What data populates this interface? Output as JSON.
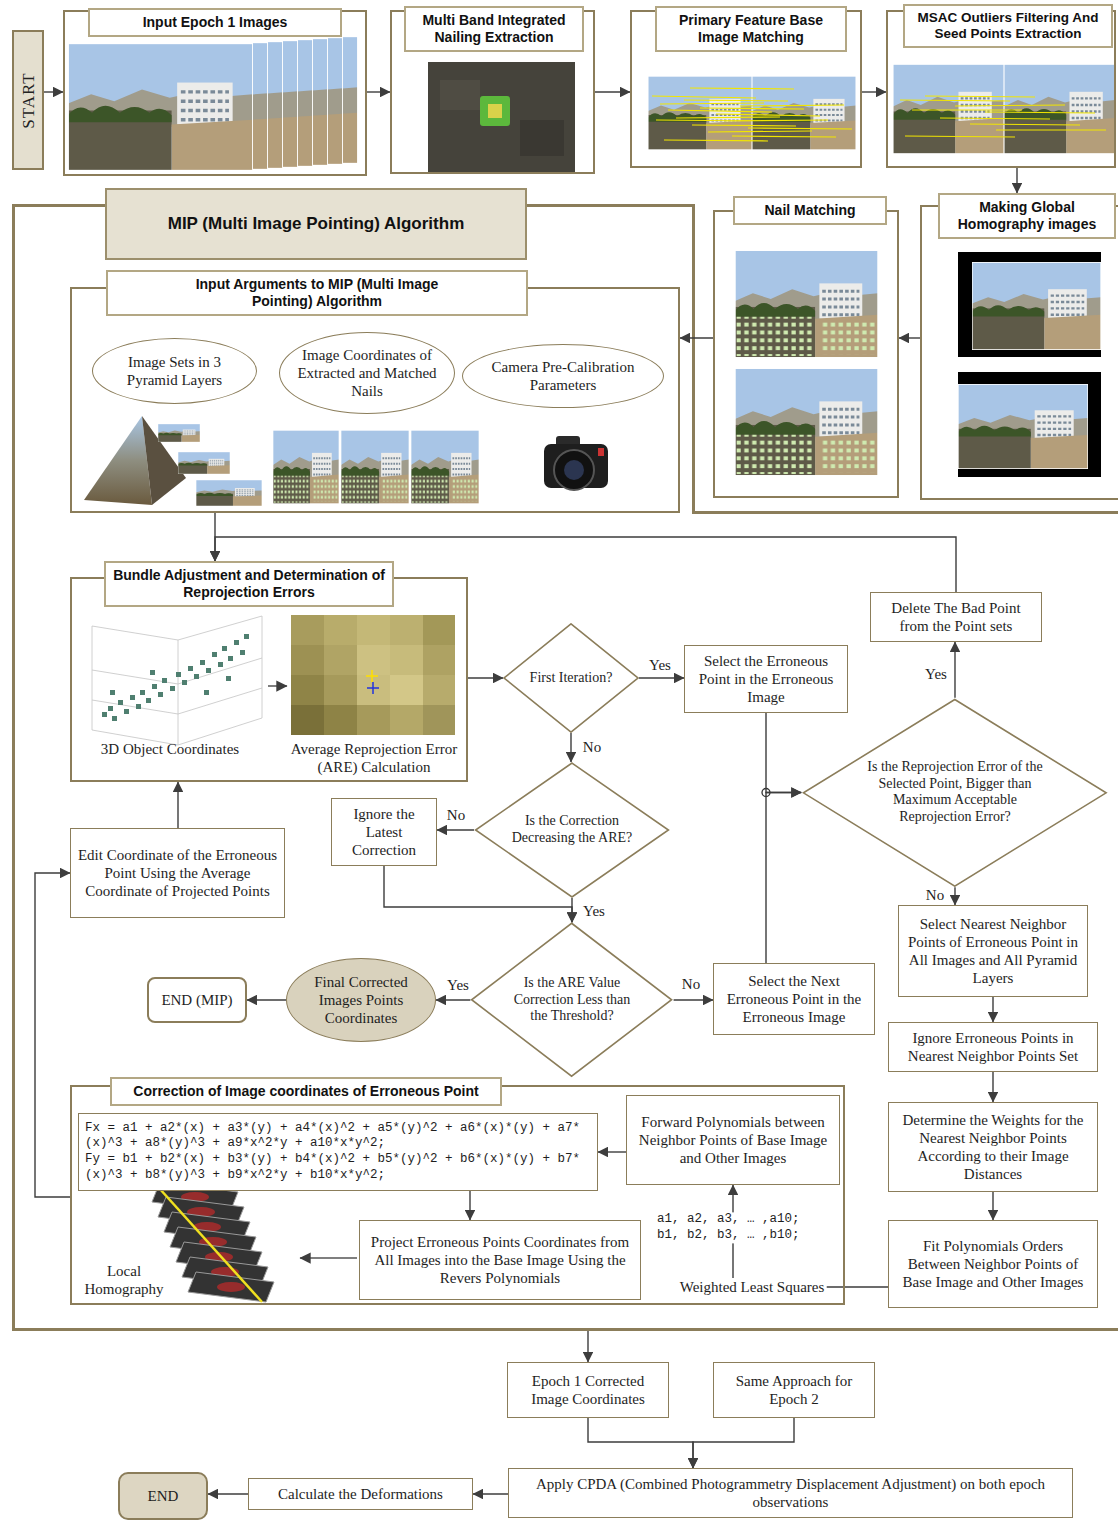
{
  "diagram": {
    "nodes": [
      {
        "text": [
          "START"
        ]
      },
      {
        "text": [
          "Input Epoch 1 Images"
        ]
      },
      {
        "text": [
          "Multi Band Integrated Nailing Extraction"
        ]
      },
      {
        "text": [
          "Primary Feature Base Image Matching"
        ]
      },
      {
        "text": [
          "MSAC Outliers Filtering And Seed Points Extraction"
        ]
      },
      {
        "text": [
          "MIP (Multi Image Pointing) Algorithm"
        ]
      },
      {
        "text": [
          "Making Global Homography images"
        ]
      },
      {
        "text": [
          "Nail Matching"
        ]
      },
      {
        "text": [
          "Input Arguments to MIP (Multi Image Pointing) Algorithm"
        ],
        "in": 5
      },
      {
        "text": [
          "Image Sets in 3 Pyramid Layers"
        ],
        "in": 8
      },
      {
        "text": [
          "Image Coordinates of Extracted and Matched Nails"
        ],
        "in": 8
      },
      {
        "text": [
          "Camera Pre-Calibration Parameters"
        ],
        "in": 8
      },
      {
        "text": [
          "Bundle Adjustment and Determination of Reprojection Errors",
          "3D Object Coordinates",
          "Average Reprojection Error (ARE) Calculation"
        ],
        "in": 5
      },
      {
        "text": [
          "First Iteration?"
        ],
        "in": 5
      },
      {
        "text": [
          "Select the Erroneous Point in the Erroneous Image"
        ],
        "in": 5
      },
      {
        "text": [
          "Delete The Bad Point from the Point sets"
        ],
        "in": 5
      },
      {
        "text": [
          "Is the Reprojection Error of the Selected Point, Bigger than Maximum Acceptable Reprojection Error?"
        ],
        "in": 5
      },
      {
        "text": [
          "Ignore the Latest Correction"
        ],
        "in": 5
      },
      {
        "text": [
          "Is the Correction Decreasing the ARE?"
        ],
        "in": 5
      },
      {
        "text": [
          "Edit Coordinate of the Erroneous Point Using the Average Coordinate of Projected Points"
        ],
        "in": 5
      },
      {
        "text": [
          "Select Nearest Neighbor Points of Erroneous Point in All Images and All Pyramid Layers"
        ],
        "in": 5
      },
      {
        "text": [
          "END (MIP)"
        ],
        "in": 5
      },
      {
        "text": [
          "Final Corrected Images Points Coordinates"
        ],
        "in": 5
      },
      {
        "text": [
          "Is the ARE Value Correction Less than the Threshold?"
        ],
        "in": 5
      },
      {
        "text": [
          "Select the Next Erroneous Point in the Erroneous Image"
        ],
        "in": 5
      },
      {
        "text": [
          "Ignore Erroneous Points in Nearest Neighbor Points Set"
        ],
        "in": 5
      },
      {
        "text": [
          "Determine the Weights for the Nearest Neighbor Points According to their Image Distances"
        ],
        "in": 5
      },
      {
        "text": [
          "Correction of Image coordinates of Erroneous Point"
        ],
        "in": 5
      },
      {
        "text": [
          "Fx = a1 + a2*(x) + a3*(y) + a4*(x)^2 + a5*(y)^2 + a6*(x)*(y) + a7*(x)^3 + a8*(y)^3 + a9*x^2*y + a10*x*y^2;",
          "Fy = b1 + b2*(x) + b3*(y) + b4*(x)^2 + b5*(y)^2 + b6*(x)*(y) + b7*(x)^3 + b8*(y)^3 + b9*x^2*y + b10*x*y^2;"
        ],
        "in": 27
      },
      {
        "text": [
          "Forward Polynomials between Neighbor Points of Base Image and Other Images"
        ],
        "in": 27
      },
      {
        "text": [
          "Project Erroneous Points Coordinates from All Images into the Base Image Using the Revers Polynomials"
        ],
        "in": 27
      },
      {
        "text": [
          "Fit Polynomials Orders Between Neighbor Points of Base Image and Other Images"
        ],
        "in": 5
      },
      {
        "text": [
          "Epoch 1 Corrected Image Coordinates"
        ]
      },
      {
        "text": [
          "Same Approach for Epoch 2"
        ]
      },
      {
        "text": [
          "Apply CPDA (Combined Photogrammetry Displacement Adjustment) on both epoch observations"
        ]
      },
      {
        "text": [
          "Calculate the Deformations"
        ]
      },
      {
        "text": [
          "END"
        ]
      }
    ],
    "edges": [
      {
        "from": 0,
        "to": 1,
        "arrow": "to"
      },
      {
        "from": 1,
        "to": 2,
        "arrow": "to"
      },
      {
        "from": 2,
        "to": 3,
        "arrow": "to"
      },
      {
        "from": 3,
        "to": 4,
        "arrow": "to"
      },
      {
        "from": 4,
        "to": 6,
        "arrow": "to"
      },
      {
        "from": 6,
        "to": 7,
        "arrow": "to"
      },
      {
        "from": 7,
        "to": 8,
        "arrow": "to"
      },
      {
        "from": 8,
        "to": 12,
        "arrow": "to"
      },
      {
        "from": 12,
        "to": 13,
        "arrow": "to"
      },
      {
        "from": 13,
        "to": 14,
        "label": "Yes",
        "arrow": "to"
      },
      {
        "from": 13,
        "to": 18,
        "label": "No",
        "arrow": "to"
      },
      {
        "from": 14,
        "to": 16,
        "arrow": "to"
      },
      {
        "from": 24,
        "to": 16,
        "arrow": "to"
      },
      {
        "from": 16,
        "to": 15,
        "label": "Yes",
        "arrow": "to"
      },
      {
        "from": 15,
        "to": 12,
        "arrow": "to"
      },
      {
        "from": 16,
        "to": 20,
        "label": "No",
        "arrow": "to"
      },
      {
        "from": 18,
        "to": 17,
        "label": "No",
        "arrow": "to"
      },
      {
        "from": 18,
        "to": 23,
        "label": "Yes",
        "arrow": "to"
      },
      {
        "from": 17,
        "to": 23,
        "arrow": "to"
      },
      {
        "from": 23,
        "to": 22,
        "label": "Yes",
        "arrow": "to"
      },
      {
        "from": 22,
        "to": 21,
        "arrow": "to"
      },
      {
        "from": 23,
        "to": 24,
        "label": "No",
        "arrow": "to"
      },
      {
        "from": 20,
        "to": 25,
        "arrow": "to"
      },
      {
        "from": 25,
        "to": 26,
        "arrow": "to"
      },
      {
        "from": 26,
        "to": 31,
        "arrow": "to"
      },
      {
        "from": 31,
        "to": 29,
        "label": "Weighted Least Squares",
        "arrow": "to"
      },
      {
        "from": 29,
        "to": 28,
        "arrow": "to"
      },
      {
        "from": 28,
        "to": 30,
        "arrow": "to"
      },
      {
        "from": 27,
        "to": 19,
        "arrow": "to"
      },
      {
        "from": 19,
        "to": 12,
        "arrow": "to"
      },
      {
        "from": 5,
        "to": 32,
        "arrow": "to"
      },
      {
        "from": 32,
        "to": 34,
        "arrow": "to"
      },
      {
        "from": 33,
        "to": 34,
        "arrow": "to"
      },
      {
        "from": 34,
        "to": 35,
        "arrow": "to"
      },
      {
        "from": 35,
        "to": 36,
        "arrow": "to"
      }
    ],
    "labels": [
      "Local Homography",
      "a1, a2, a3, … ,a10; b1, b2, b3, … ,b10;"
    ]
  }
}
